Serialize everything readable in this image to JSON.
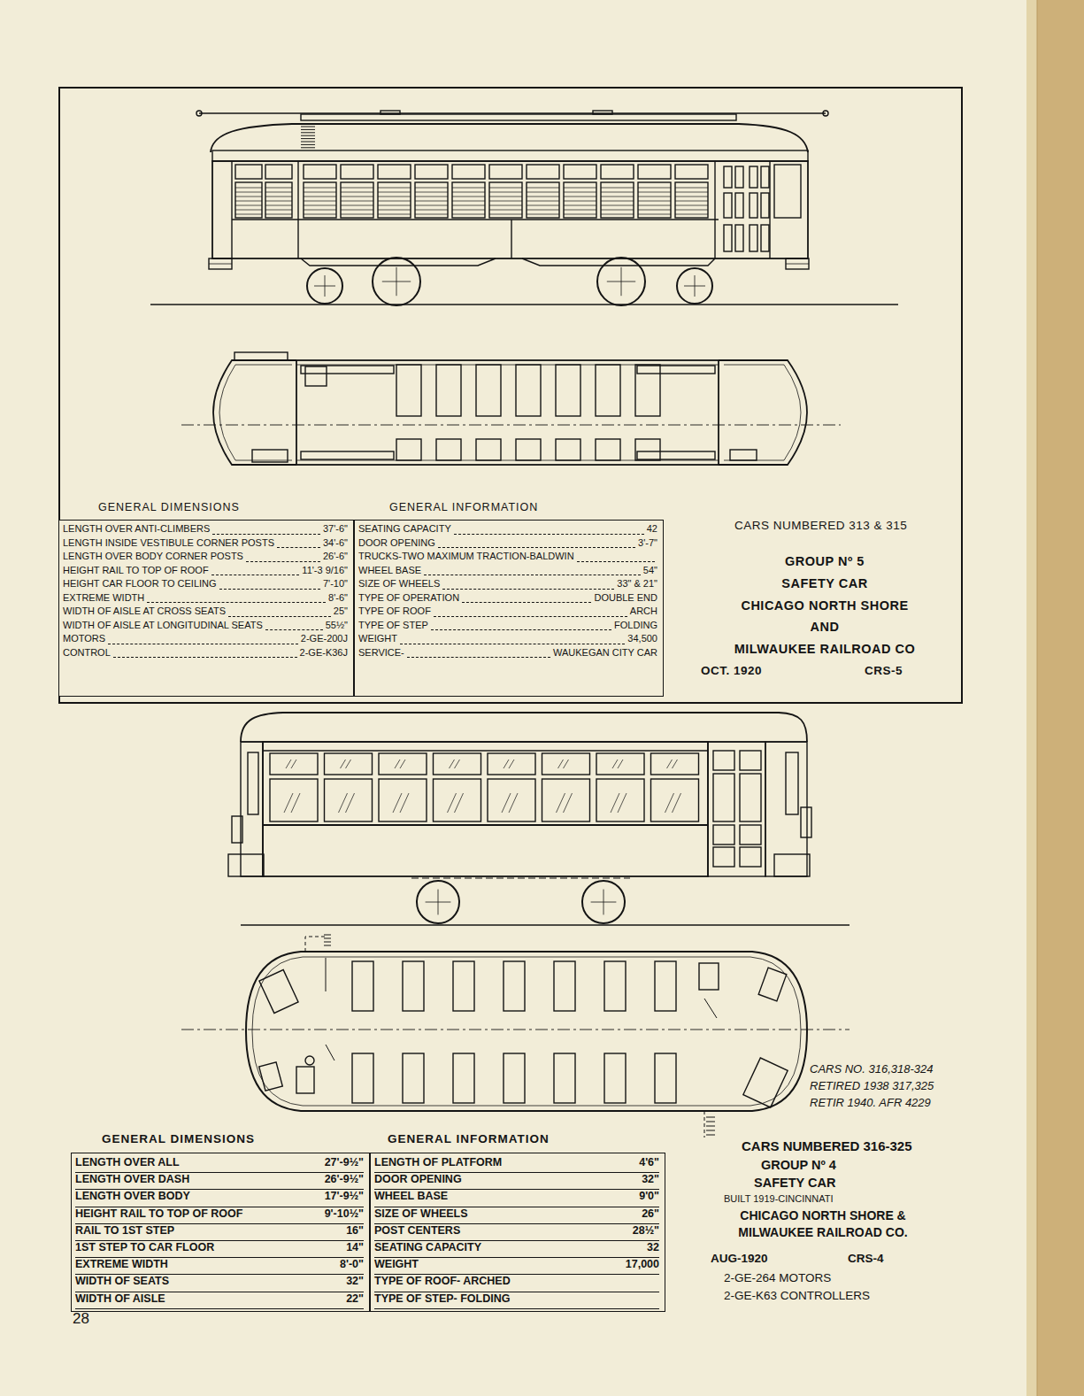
{
  "diagram": {
    "nodes": [
      {
        "text": [
          "CARS NUMBERED 313 & 315",
          "GROUP Nº 5",
          "SAFETY CAR",
          "CHICAGO NORTH SHORE",
          "AND",
          "MILWAUKEE RAILROAD CO",
          "OCT. 1920",
          "CRS-5"
        ]
      },
      {
        "text": [
          "GENERAL DIMENSIONS",
          "LENGTH OVER ANTI-CLIMBERS",
          "37'-6\"",
          "LENGTH INSIDE VESTIBULE CORNER POSTS",
          "34'-6\"",
          "LENGTH OVER BODY CORNER POSTS",
          "26'-6\"",
          "HEIGHT RAIL TO TOP OF ROOF",
          "11'-3 9/16\"",
          "HEIGHT CAR FLOOR TO CEILING",
          "7'-10\"",
          "EXTREME WIDTH",
          "8'-6\"",
          "WIDTH OF AISLE AT CROSS SEATS",
          "25\"",
          "WIDTH OF AISLE AT LONGITUDINAL SEATS",
          "55½\"",
          "MOTORS",
          "2-GE-200J",
          "CONTROL",
          "2-GE-K36J"
        ],
        "in": 0
      },
      {
        "text": [
          "GENERAL INFORMATION",
          "SEATING CAPACITY",
          "42",
          "DOOR OPENING",
          "3'-7\"",
          "TRUCKS-TWO MAXIMUM TRACTION-BALDWIN",
          "WHEEL BASE",
          "54\"",
          "SIZE OF WHEELS",
          "33\" & 21\"",
          "TYPE OF OPERATION",
          "DOUBLE END",
          "TYPE OF ROOF",
          "ARCH",
          "TYPE OF STEP",
          "FOLDING",
          "WEIGHT",
          "34,500",
          "SERVICE-",
          "WAUKEGAN CITY CAR"
        ],
        "in": 0
      },
      {
        "text": [
          "GENERAL DIMENSIONS",
          "LENGTH OVER ALL",
          "27'-9½\"",
          "LENGTH OVER DASH",
          "26'-9½\"",
          "LENGTH OVER BODY",
          "17'-9½\"",
          "HEIGHT RAIL TO TOP OF ROOF",
          "9'-10½\"",
          "RAIL TO 1ST STEP",
          "16\"",
          "1ST STEP TO CAR FLOOR",
          "14\"",
          "EXTREME WIDTH",
          "8'-0\"",
          "WIDTH OF SEATS",
          "32\"",
          "WIDTH OF AISLE",
          "22\""
        ]
      },
      {
        "text": [
          "GENERAL INFORMATION",
          "LENGTH OF PLATFORM",
          "4'6\"",
          "DOOR OPENING",
          "32\"",
          "WHEEL BASE",
          "9'0\"",
          "SIZE OF WHEELS",
          "26\"",
          "POST CENTERS",
          "28½\"",
          "SEATING CAPACITY",
          "32",
          "WEIGHT",
          "17,000",
          "TYPE OF ROOF- ARCHED",
          "TYPE OF STEP- FOLDING"
        ]
      }
    ],
    "labels": [
      "CARS NO. 316,318-324 RETIRED 1938 317,325 RETIR 1940. AFR 4229",
      "CARS NUMBERED 316-325",
      "GROUP Nº 4",
      "SAFETY CAR",
      "BUILT 1919-CINCINNATI",
      "CHICAGO NORTH SHORE & MILWAUKEE RAILROAD CO.",
      "AUG-1920",
      "CRS-4",
      "2-GE-264 MOTORS",
      "2-GE-K63 CONTROLLERS",
      "28"
    ]
  }
}
